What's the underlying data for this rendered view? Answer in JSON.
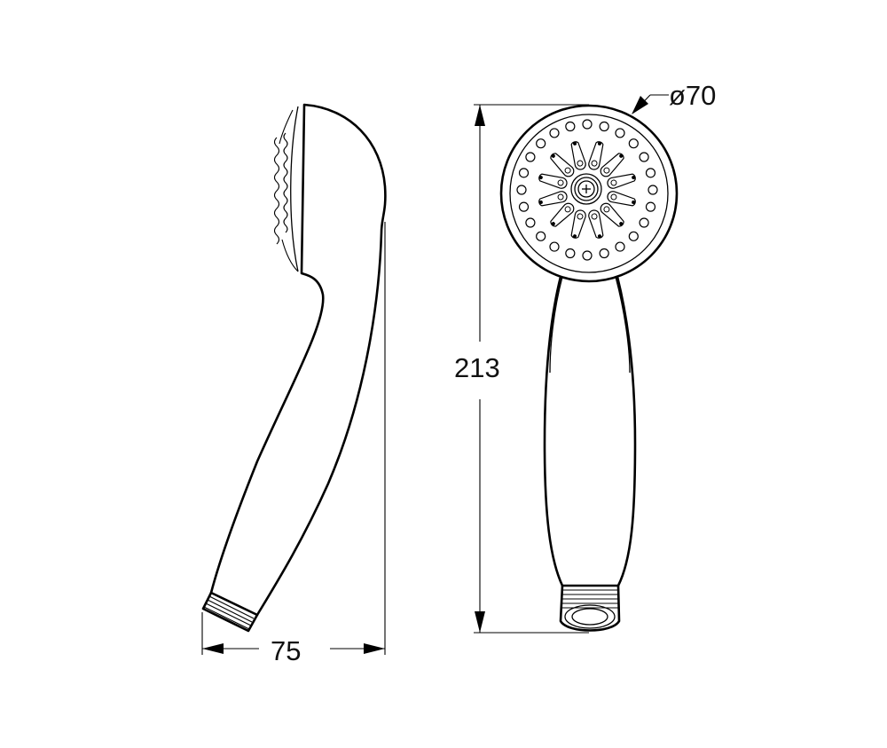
{
  "dimensions": {
    "width_label": "75",
    "height_label": "213",
    "diameter_label": "ø70"
  },
  "colors": {
    "line": "#000000",
    "background": "#ffffff"
  }
}
